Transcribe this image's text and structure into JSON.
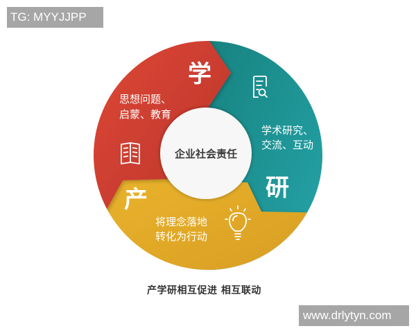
{
  "watermarks": {
    "top_left": "TG: MYYJJPP",
    "bottom_right": "www.drlytyn.com"
  },
  "diagram": {
    "center": "企业社会责任",
    "segments": [
      {
        "key": "xue",
        "title": "学",
        "lines": [
          "思想问题、",
          "启蒙、教育"
        ],
        "icon": "book-icon",
        "color": "#d2412f"
      },
      {
        "key": "yan",
        "title": "研",
        "lines": [
          "学术研究、",
          "交流、互动"
        ],
        "icon": "document-search-icon",
        "color": "#1f9aa0"
      },
      {
        "key": "chan",
        "title": "产",
        "lines": [
          "将理念落地",
          "转化为行动"
        ],
        "icon": "lightbulb-icon",
        "color": "#e0a928"
      }
    ],
    "caption": "产学研相互促进 相互联动"
  }
}
